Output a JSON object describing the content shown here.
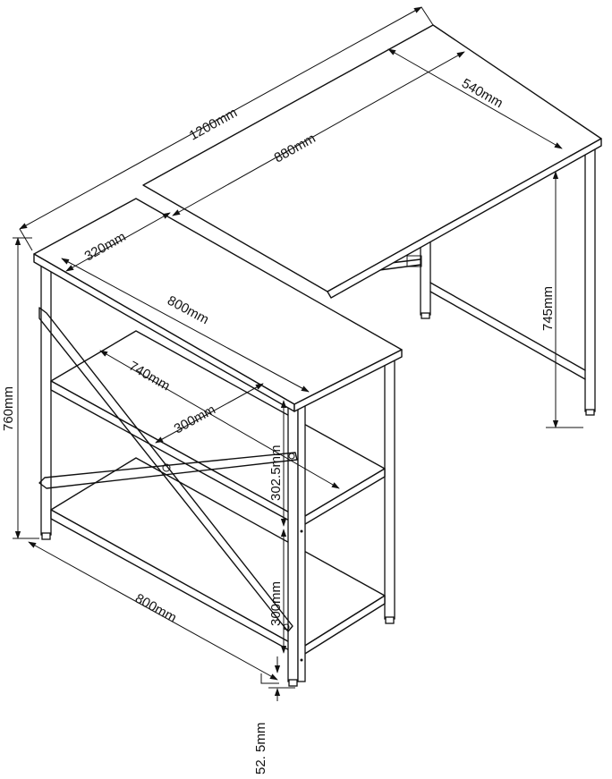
{
  "diagram": {
    "background": "#ffffff",
    "line_color": "#111111",
    "dimensions": {
      "total_length": "1200mm",
      "long_top": "880mm",
      "long_depth": "540mm",
      "short_depth": "320mm",
      "short_top": "800mm",
      "shelf_length": "740mm",
      "shelf_depth": "300mm",
      "shelf_gap_upper": "302.5mm",
      "shelf_gap_lower": "300mm",
      "total_height": "760mm",
      "leg_height": "745mm",
      "base_length": "800mm",
      "bottom_clearance": "52. 5mm"
    }
  }
}
